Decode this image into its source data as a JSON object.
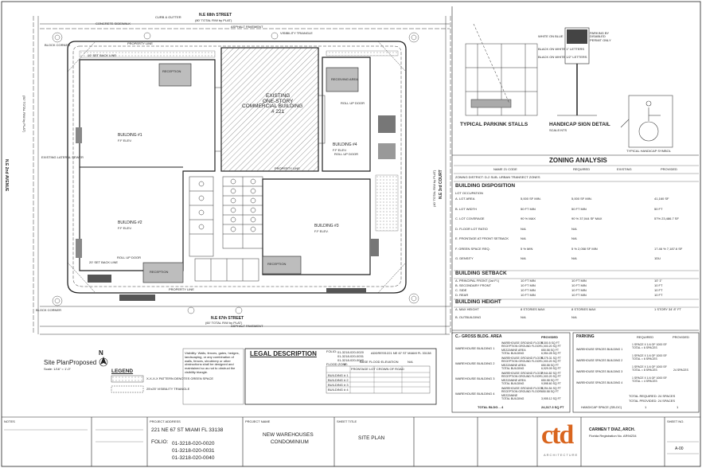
{
  "streets": {
    "north": "N.E 68th STREET",
    "north_sub": "(80' TOTAL R/W by PLAT)",
    "south": "N.E 67th STREET",
    "south_sub": "(60' TOTAL R/W by PLAT)",
    "west": "N.E 2nd AVENUE",
    "west_sub": "(50' TOTAL R/W by PLAT)",
    "east": "N.E 3rd COURT",
    "east_sub": "(40' TOTAL R/W by PLAT)"
  },
  "site_labels": {
    "existing_building": [
      "EXISTING",
      "ONE-STORY",
      "COMMERCIAL BUILDING",
      "# 221"
    ],
    "building1": "BUILDING #1",
    "building2": "BUILDING #2",
    "building3": "BUILDING #3",
    "building4": "BUILDING #4",
    "receiving_area": "RECEIVING AREA",
    "reception": "RECEPTION",
    "property_line": "PROPERTY LINE",
    "roll_up_door": "ROLL UP DOOR",
    "ff_elev": "F.F ELEV.",
    "asphalt": "ASPHALT PAVEMENT",
    "concrete_sidewalk": "CONCRETE SIDEWALK",
    "curb_gutter": "CURB & GUTTER",
    "visibility": "VISIBILITY TRIANGLE",
    "setback_10": "10' SET BACK LINE",
    "setback_20": "20' SET BACK LINE",
    "block_corner": "BLOCK CORNER",
    "existing_lateral": "EXISTING LATERAL SEWER"
  },
  "site_plan_title": "Site Plan",
  "site_plan_sub": "Proposed",
  "scale": "Scale: 1/16\" = 1'-0\"",
  "north_label": "N",
  "legend": {
    "title": "LEGEND",
    "items": [
      "X-X-X-X PATTERN DENOTES GREEN SPACE",
      "25'x25' VISIBILITY TRIANGLE"
    ]
  },
  "legal": {
    "title": "LEGAL DESCRIPTION",
    "folio_label": "FOLIO:",
    "folios_small": [
      "01-3218-020-0020",
      "01-3218-020-0031",
      "01-3218-020-0040"
    ],
    "address_label": "ADDRESS:",
    "address_val": "221 NE 67 ST MIAMI FL 33138",
    "flood_zone": "FLOOD ZONE:",
    "flood_val": "X",
    "base_flood": "BASE FLOOD ELEVATION",
    "base_flood_val": "N/A",
    "table_headers": [
      "",
      "FRONTAGE LOT CROWN OF ROAD",
      "BASE FLOOD ELEVATION",
      "FLOOR ELEVATION"
    ],
    "table_rows": [
      [
        "BUILDING # 1",
        "",
        "",
        ""
      ],
      [
        "BUILDING # 2",
        "",
        "",
        ""
      ],
      [
        "BUILDING # 3",
        "",
        "",
        ""
      ],
      [
        "BUILDING # 4",
        "",
        "",
        ""
      ]
    ]
  },
  "zoning": {
    "title": "ZONING ANALYSIS",
    "headers": [
      "NAME 21 CODE",
      "REQUIRED",
      "EXISTING",
      "PROVIDED"
    ],
    "district": "ZONING DISTRICT: D-2 SUB- URBAN TRANSECT ZONES",
    "disposition_title": "BUILDING DISPOSITION",
    "lot_occupation": "LOT OCCUPATION",
    "rows": [
      [
        "A.  LOT AREA",
        "5,000 SF MIN.",
        "5,000 SF MIN.",
        "41,160 SF"
      ],
      [
        "B.  LOT WIDTH",
        "50 FT MIN",
        "50 FT MIN",
        "50 FT"
      ],
      [
        "C.  LOT COVERAGE",
        "90 % MAX",
        "90 % 37,044 SF MAX",
        "57% 23,486.7 SF"
      ],
      [
        "D.  FLOOR LOT RATIO",
        "N/A",
        "N/A",
        ""
      ],
      [
        "E.  FRONTAGE AT FRONT SETBACK",
        "N/A",
        "N/A",
        ""
      ],
      [
        "F.  GREEN SPACE REQ.",
        "5 % MIN",
        "5 % 2,058 SF MIN",
        "17.46 % 7,187.6 SF"
      ],
      [
        "G.  DENSITY",
        "N/A",
        "N/A",
        "1DU"
      ]
    ],
    "setback_title": "BUILDING SETBACK",
    "setback_rows": [
      [
        "A.  PRINCIPAL FRONT (1st Fl.)",
        "10 FT MIN",
        "10 FT MIN",
        "10' 1\""
      ],
      [
        "B.  SECONDARY FRONT",
        "10 FT MIN",
        "10 FT MIN",
        "10 FT"
      ],
      [
        "C.  SIDE",
        "10 FT MIN",
        "10 FT MIN",
        "10 FT"
      ],
      [
        "D.  REAR",
        "10 FT MIN",
        "10 FT MIN",
        "10 FT"
      ]
    ],
    "height_title": "BUILDING HEIGHT",
    "height_rows": [
      [
        "A.  MAX HEIGHT",
        "8 STORIES MAX",
        "8 STORIES MAX",
        "1 STORY 34' 8\" FT"
      ],
      [
        "B.  OUTBUILDING",
        "N/A",
        "N/A",
        ""
      ]
    ]
  },
  "gross": {
    "title": "C.- GROSS BLDG. AREA",
    "provided": "PROVIDED",
    "rows": [
      [
        "WAREHOUSE BUILDING 1",
        [
          "WAREHOUSE GROUND FLOOR",
          "RECEPTION GROUND FLOOR",
          "MEZZANINE AREA",
          "TOTAL BUILDING"
        ],
        [
          "5,300.5 SQ FT",
          "1,003.20 SQ FT",
          "650.58 SQ FT",
          "6,954.28 SQ FT"
        ]
      ],
      [
        "WAREHOUSE BUILDING 2",
        [
          "WAREHOUSE GROUND FLOOR",
          "RECEPTION GROUND FLOOR",
          "MEZZANINE AREA",
          "TOTAL BUILDING"
        ],
        [
          "5,275.31 SQ FT",
          "1,003.20 SQ FT",
          "650.58 SQ FT",
          "6,929.09 SQ FT"
        ]
      ],
      [
        "WAREHOUSE BUILDING 3",
        [
          "WAREHOUSE GROUND FLOOR",
          "RECEPTION GROUND FLOOR",
          "MEZZANINE AREA",
          "TOTAL BUILDING"
        ],
        [
          "7,944.82 SQ FT",
          "1,003.20 SQ FT",
          "650.58 SQ FT",
          "9,598.60 SQ FT"
        ]
      ],
      [
        "WAREHOUSE BUILDING 4",
        [
          "WAREHOUSE GROUND FLOOR",
          "RECEPTION GROUND FLOOR",
          "MEZZANINE",
          "TOTAL BUILDING"
        ],
        [
          "3,254.54 SQ FT",
          "650.58 SQ FT",
          "",
          "3,905.12 SQ FT"
        ]
      ]
    ],
    "total_label": "TOTAL BLDG. - 4",
    "total_val": "24,317.3 SQ FT"
  },
  "parking": {
    "title": "PARKING",
    "headers": [
      "REQUIRED",
      "PROVIDED"
    ],
    "rows": [
      [
        "WAREHOUSE SPACES BUILDING 1",
        "1 SPACE X 1/4 OF 1000 SF TOTAL = 6 SPACES",
        ""
      ],
      [
        "WAREHOUSE SPACES BUILDING 2",
        "1 SPACE X 1/4 OF 1000 SF TOTAL = 6 SPACES",
        ""
      ],
      [
        "WAREHOUSE SPACES BUILDING 3",
        "1 SPACE X 1/4 OF 1000 SF TOTAL = 8 SPACES",
        "24 SPACES"
      ],
      [
        "WAREHOUSE SPACES BUILDING 4",
        "1 SPACE X 1/4 OF 1000 SF TOTAL = 4 SPACES",
        ""
      ]
    ],
    "total_required": "TOTAL REQUIRED: 24 SPACES",
    "total_provided": "TOTAL PROVIDED: 24 SPACES",
    "handicap": "HANDICAP SPACE (SB-DC)",
    "handicap_req": "1",
    "handicap_prov": "1"
  },
  "details": {
    "parking_stalls": "TYPICAL PARKINK STALLS",
    "handicap_sign": "HANDICAP SIGN DETAIL",
    "handicap_scale": "SCALE:NTS",
    "handicap_symbol": "TYPICAL HANDICAP SYMBOL",
    "sign_text": [
      "PARKING BY DISABLED PERMIT ONLY"
    ],
    "sign_notes": [
      "WHITE ON BLUE",
      "BLACK ON WHITE 1\" LETTERS",
      "BLACK ON WHITE 1/2\" LETTERS"
    ]
  },
  "title_block": {
    "address": "221 NE 67 ST MIAMI FL 33138",
    "folio_label": "FOLIO:",
    "folios": [
      "01-3218-020-0020",
      "01-3218-020-0031",
      "01-3218-020-0040"
    ],
    "project": [
      "NEW WAREHOUSES",
      "CONDOMINIUM"
    ],
    "sheet_title": "SITE PLAN",
    "firm_logo": "ctd",
    "firm_sub": "ARCHITECTURE",
    "architect": "CARMEN T DIAZ, ARCH.",
    "architect_sub": "Florida Registration No. AR94234",
    "sheet_no": "A-00",
    "labels": [
      "NOTES",
      "PROJECT ADDRESS",
      "PROJECT NAME",
      "SHEET TITLE",
      "SHEET NO."
    ]
  },
  "notes_block": [
    "Visibility: Walls, fences, gates, hedges, landscaping, or any combination of walls, fences, shrubbery or other",
    "obstructions shall be designed and maintained so as not to obstruct the visibility triangle."
  ],
  "colors": {
    "line": "#222222",
    "hatch": "#555555",
    "gray_fill": "#8a8a8a",
    "dark_fill": "#555555",
    "logo_orange": "#d9651e",
    "logo_gray": "#666666"
  }
}
